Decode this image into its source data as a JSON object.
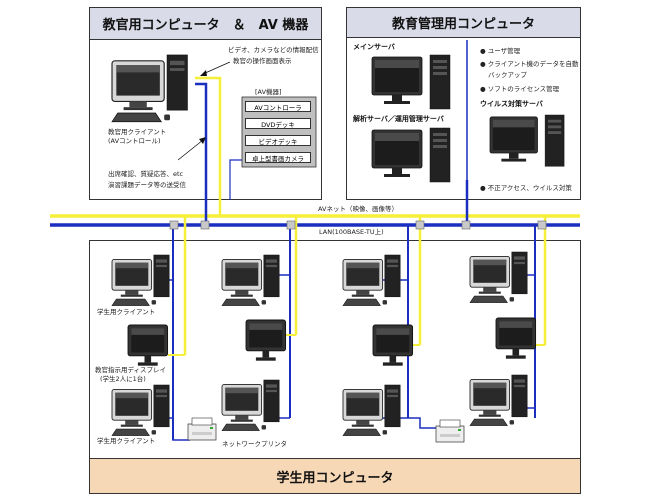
{
  "sections": {
    "teacher_title": "教官用コンピュータ　＆　AV 機器",
    "admin_title": "教育管理用コンピュータ",
    "student_title": "学生用コンピュータ"
  },
  "teacher": {
    "note_video": "ビデオ、カメラなどの情報配信",
    "note_display": "教官の操作画面表示",
    "client_label_1": "教官用クライアント",
    "client_label_2": "(AVコントロール)",
    "note_attend_1": "出席確認、質疑応答、etc",
    "note_attend_2": "演習課題データ等の送受信",
    "av_title": "[AV機器]",
    "av_items": [
      "AVコントローラ",
      "DVDデッキ",
      "ビデオデッキ",
      "卓上型書画カメラ"
    ]
  },
  "admin": {
    "main_server": "メインサーバ",
    "analysis_server": "解析サーバ／運用管理サーバ",
    "bullet_1": "● ユーザ管理",
    "bullet_2a": "● クライアント機のデータを自動",
    "bullet_2b": "バックアップ",
    "bullet_3": "● ソフトのライセンス管理",
    "virus_server": "ウイルス対策サーバ",
    "bullet_4": "● 不正アクセス、ウイルス対策"
  },
  "network": {
    "av_net": "AVネット（映像、画像等）",
    "lan": "LAN(100BASE-TU上)"
  },
  "student": {
    "client_label_top": "学生用クライアント",
    "display_label_1": "教官指示用ディスプレイ",
    "display_label_2": "(学生2人に1台)",
    "client_label_bottom": "学生用クライアント",
    "printer_label": "ネットワークプリンタ"
  },
  "colors": {
    "av_line": "#f5ef3a",
    "lan_line": "#1a2fbf",
    "section_header": "#d9dbe8",
    "student_header": "#f7d8b6",
    "monitor_screen": "#2a2a2a"
  }
}
